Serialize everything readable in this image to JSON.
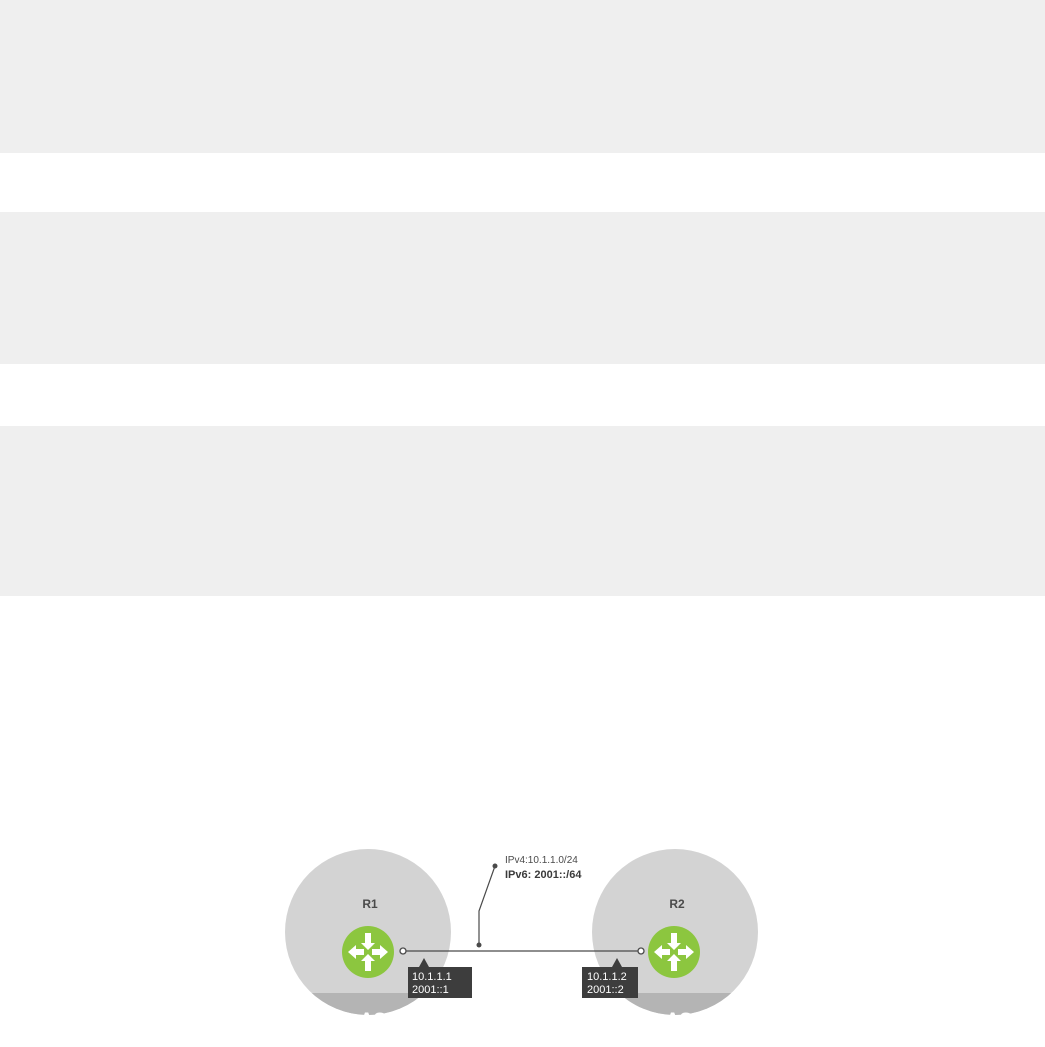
{
  "subnet": {
    "ipv4": "IPv4:10.1.1.0/24",
    "ipv6": "IPv6: 2001::/64"
  },
  "routers": [
    {
      "label": "R1",
      "as_label": "AS",
      "ipv4": "10.1.1.1",
      "ipv6": "2001::1"
    },
    {
      "label": "R2",
      "as_label": "AS",
      "ipv4": "10.1.1.2",
      "ipv6": "2001::2"
    }
  ],
  "colors": {
    "band": "#efefef",
    "circle": "#d3d3d3",
    "as_band": "#b4b4b4",
    "router": "#8cc63f",
    "address_box": "#3d3d3d",
    "link": "#4a4a4a"
  }
}
